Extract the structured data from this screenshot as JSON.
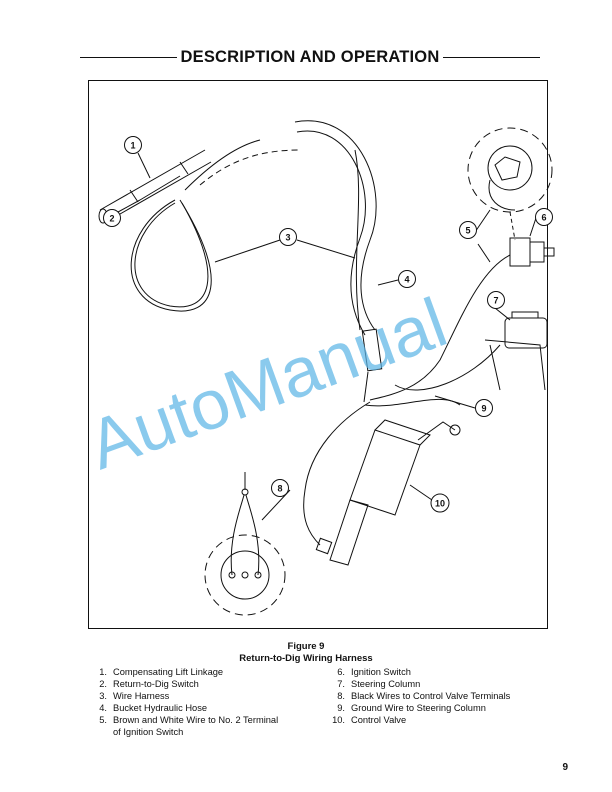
{
  "header": {
    "title": "DESCRIPTION AND OPERATION"
  },
  "figure": {
    "callouts": [
      "1",
      "2",
      "3",
      "4",
      "5",
      "6",
      "7",
      "8",
      "9",
      "10"
    ],
    "label": "Figure 9",
    "title": "Return-to-Dig Wiring Harness",
    "legend_left": [
      {
        "n": "1.",
        "text": "Compensating Lift Linkage"
      },
      {
        "n": "2.",
        "text": "Return-to-Dig Switch"
      },
      {
        "n": "3.",
        "text": "Wire Harness"
      },
      {
        "n": "4.",
        "text": "Bucket Hydraulic Hose"
      },
      {
        "n": "5.",
        "text": "Brown and White Wire to No. 2 Terminal"
      },
      {
        "n": "",
        "text": "of Ignition Switch"
      }
    ],
    "legend_right": [
      {
        "n": "6.",
        "text": "Ignition Switch"
      },
      {
        "n": "7.",
        "text": "Steering Column"
      },
      {
        "n": "8.",
        "text": "Black Wires to Control Valve Terminals"
      },
      {
        "n": "9.",
        "text": "Ground Wire to Steering Column"
      },
      {
        "n": "10.",
        "text": "Control Valve"
      }
    ]
  },
  "watermark": "AutoManual",
  "page_number": "9"
}
